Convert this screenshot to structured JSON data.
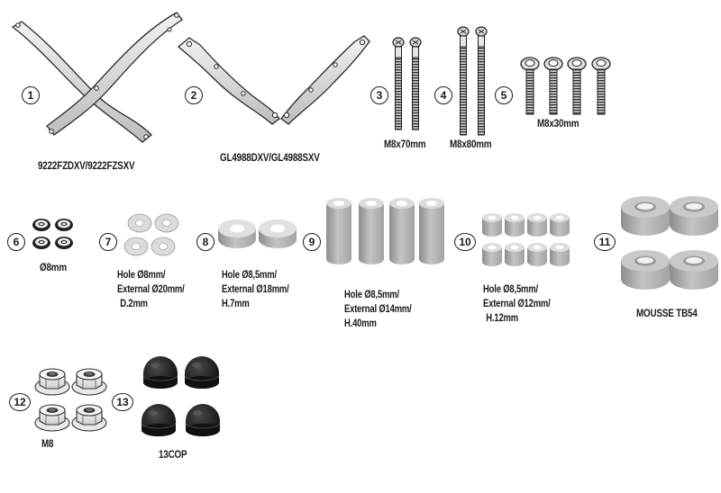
{
  "parts": [
    {
      "number": "1",
      "label_lines": [
        "9222FZDXV/9222FZSXV"
      ]
    },
    {
      "number": "2",
      "label_lines": [
        "GL4988DXV/GL4988SXV"
      ]
    },
    {
      "number": "3",
      "label_lines": [
        "M8x70mm"
      ]
    },
    {
      "number": "4",
      "label_lines": [
        "M8x80mm"
      ]
    },
    {
      "number": "5",
      "label_lines": [
        "M8x30mm"
      ]
    },
    {
      "number": "6",
      "label_lines": [
        "Ø8mm"
      ]
    },
    {
      "number": "7",
      "label_lines": [
        "Hole Ø8mm/",
        "External Ø20mm/",
        "D.2mm"
      ]
    },
    {
      "number": "8",
      "label_lines": [
        "Hole Ø8,5mm/",
        "External Ø18mm/",
        "H.7mm"
      ]
    },
    {
      "number": "9",
      "label_lines": [
        "Hole Ø8,5mm/",
        "External Ø14mm/",
        "H.40mm"
      ]
    },
    {
      "number": "10",
      "label_lines": [
        "Hole Ø8,5mm/",
        "External Ø12mm/",
        "H.12mm"
      ]
    },
    {
      "number": "11",
      "label_lines": [
        "MOUSSE TB54"
      ]
    },
    {
      "number": "12",
      "label_lines": [
        "M8"
      ]
    },
    {
      "number": "13",
      "label_lines": [
        "13COP"
      ]
    }
  ]
}
